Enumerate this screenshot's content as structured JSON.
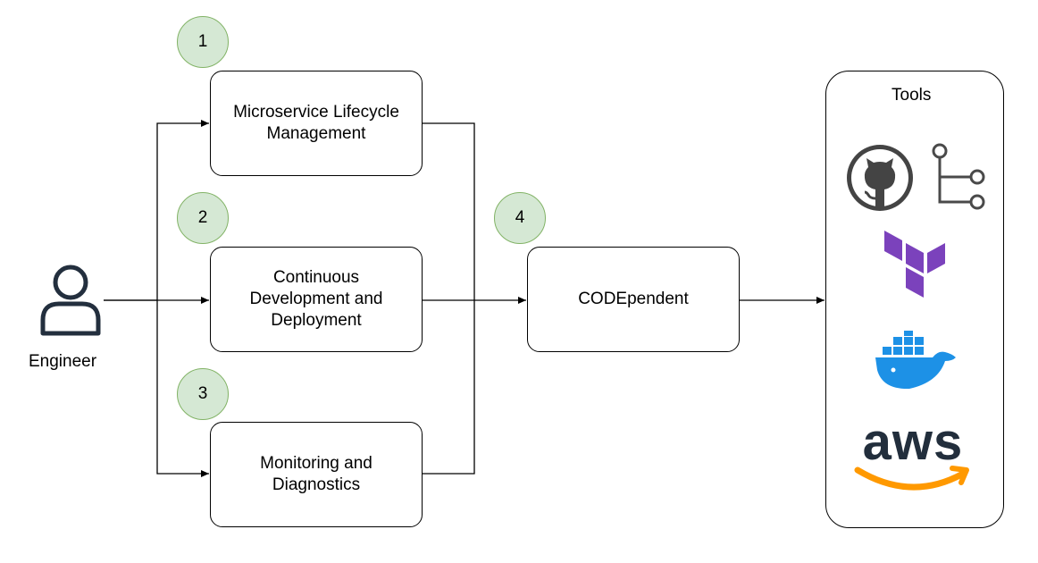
{
  "actor": {
    "label": "Engineer",
    "icon": "user-icon"
  },
  "steps": [
    {
      "number": "1",
      "label": "Microservice Lifecycle\nManagement"
    },
    {
      "number": "2",
      "label": "Continuous\nDevelopment and\nDeployment"
    },
    {
      "number": "3",
      "label": "Monitoring and\nDiagnostics"
    }
  ],
  "hub": {
    "number": "4",
    "label": "CODEpendent"
  },
  "tools": {
    "title": "Tools",
    "icons": [
      "github-icon",
      "git-branch-icon",
      "terraform-icon",
      "docker-icon",
      "aws-icon"
    ]
  },
  "colors": {
    "badge_fill": "#d5e8d4",
    "badge_stroke": "#82b366",
    "terraform": "#7b42bc",
    "docker": "#1d91e6",
    "aws_text": "#222e3c",
    "aws_smile": "#ff9900",
    "github": "#444444",
    "actor": "#232f3e"
  }
}
